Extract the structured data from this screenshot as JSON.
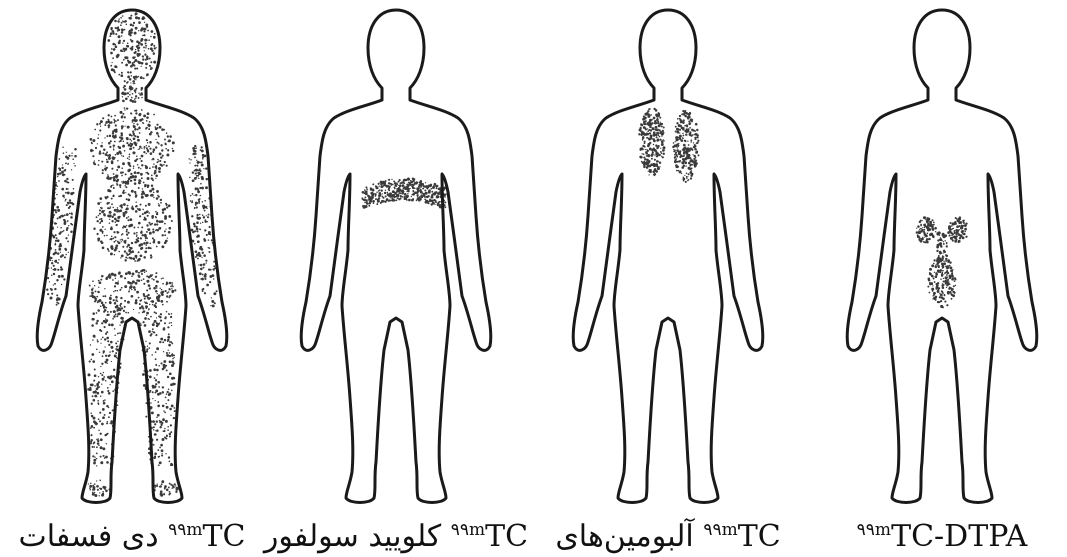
{
  "figures": [
    {
      "caption": {
        "text": "دی فسفات",
        "isotope_prefix": "۹۹m",
        "isotope_symbol": "TC"
      },
      "uptake_regions": [
        "whole-skeleton"
      ]
    },
    {
      "caption": {
        "text": "کلویید سولفور",
        "isotope_prefix": "۹۹m",
        "isotope_symbol": "TC"
      },
      "uptake_regions": [
        "liver-spleen"
      ]
    },
    {
      "caption": {
        "text": "آلبومین‌های",
        "isotope_prefix": "۹۹m",
        "isotope_symbol": "TC"
      },
      "uptake_regions": [
        "lungs"
      ]
    },
    {
      "caption": {
        "text": "",
        "isotope_prefix": "۹۹m",
        "isotope_symbol": "TC-DTPA"
      },
      "uptake_regions": [
        "kidneys-bladder"
      ]
    }
  ],
  "colors": {
    "outline": "#1a1a1a",
    "stipple": "#3a3a3a",
    "background": "#ffffff"
  }
}
